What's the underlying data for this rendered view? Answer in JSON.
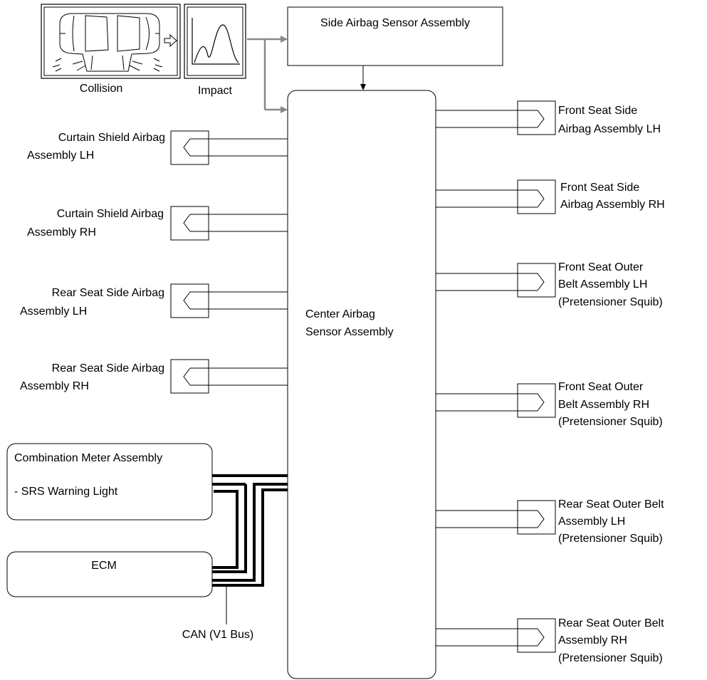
{
  "top": {
    "collision_label": "Collision",
    "impact_label": "Impact",
    "side_sensor_label": "Side Airbag Sensor Assembly"
  },
  "center": {
    "line1": "Center Airbag",
    "line2": "Sensor Assembly"
  },
  "left_components": [
    {
      "line1": "Curtain Shield Airbag",
      "line2": "Assembly LH"
    },
    {
      "line1": "Curtain Shield Airbag",
      "line2": "Assembly RH"
    },
    {
      "line1": "Rear Seat Side Airbag",
      "line2": "Assembly LH"
    },
    {
      "line1": "Rear Seat Side Airbag",
      "line2": "Assembly RH"
    }
  ],
  "right_components": [
    {
      "line1": "Front Seat Side",
      "line2": "Airbag Assembly LH",
      "line3": ""
    },
    {
      "line1": "Front Seat Side",
      "line2": "Airbag Assembly RH",
      "line3": ""
    },
    {
      "line1": "Front Seat Outer",
      "line2": "Belt Assembly LH",
      "line3": "(Pretensioner Squib)"
    },
    {
      "line1": "Front Seat Outer",
      "line2": "Belt Assembly RH",
      "line3": "(Pretensioner Squib)"
    },
    {
      "line1": "Rear Seat Outer Belt",
      "line2": "Assembly LH",
      "line3": "(Pretensioner Squib)"
    },
    {
      "line1": "Rear Seat Outer Belt",
      "line2": "Assembly RH",
      "line3": "(Pretensioner Squib)"
    }
  ],
  "meter": {
    "title": "Combination Meter Assembly",
    "item": "- SRS Warning Light"
  },
  "ecm": {
    "label": "ECM"
  },
  "bus": {
    "label": "CAN (V1 Bus)"
  }
}
